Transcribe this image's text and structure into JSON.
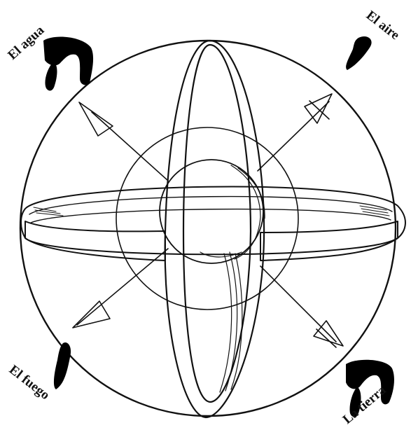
{
  "labels": {
    "water": "El agua",
    "air": "El aire",
    "fire": "El fuego",
    "earth": "La tierra"
  },
  "icons": {
    "water": "hebrew-letter-icon",
    "air": "hebrew-letter-icon",
    "fire": "hebrew-letter-icon",
    "earth": "hebrew-letter-icon"
  },
  "colors": {
    "ink": "#111111",
    "paper": "#ffffff"
  }
}
